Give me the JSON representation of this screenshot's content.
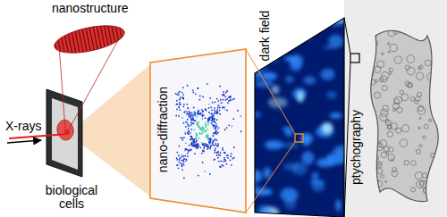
{
  "diagram": {
    "labels": [
      "nanostructure",
      "X-rays",
      "biological cells",
      "nano-diffraction",
      "dark field",
      "ptychography"
    ]
  }
}
